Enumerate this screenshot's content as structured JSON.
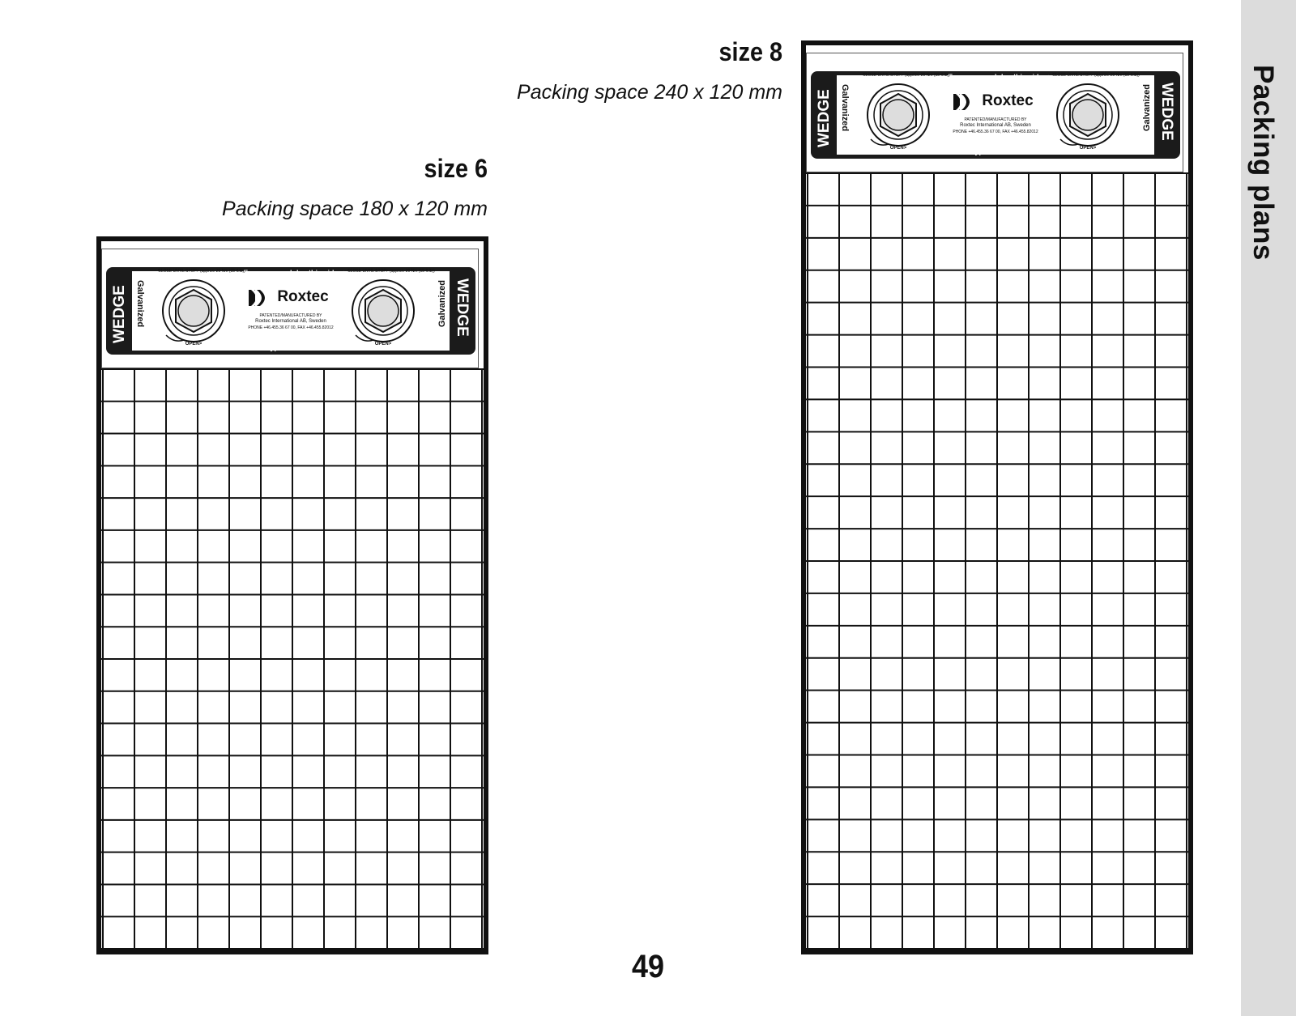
{
  "sidebar": {
    "title": "Packing plans"
  },
  "page_number": "49",
  "diagrams": [
    {
      "key": "size6",
      "size_title": "size 6",
      "subtitle": "Packing space 180 x 120 mm",
      "grid": {
        "columns": 12,
        "rows": 18
      }
    },
    {
      "key": "size8",
      "size_title": "size 8",
      "subtitle": "Packing space 240 x 120 mm",
      "grid": {
        "columns": 12,
        "rows": 24
      }
    }
  ],
  "wedge_label": {
    "side_text": "WEDGE",
    "material": "Galvanized",
    "brand": "Roxtec",
    "top_text": "▲ Frame or modules this side ▲",
    "bottom_text": "▼ Stayplate this side ▼",
    "close_text": "CLOSE UNTIL STOP> (approx. 20 Nm (15 ft.lb))",
    "open_text": "OPEN>",
    "patent_line1": "PATENTED/MANUFACTURED BY",
    "patent_line2": "Roxtec International AB, Sweden",
    "patent_line3": "PHONE +46.455.36 67 00, FAX +46.455.82012"
  },
  "colors": {
    "ink": "#111111",
    "sidebar": "#dcdcdc",
    "page": "#ffffff"
  }
}
